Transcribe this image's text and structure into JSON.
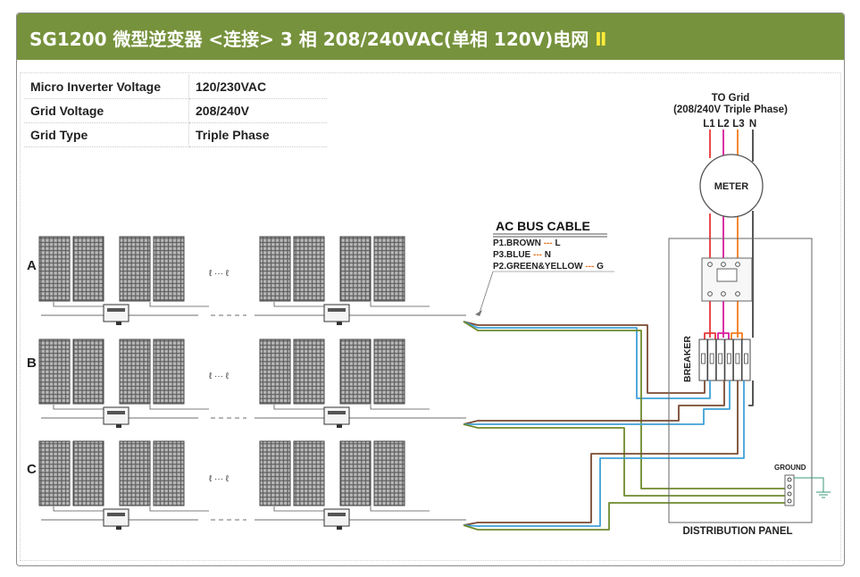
{
  "header": {
    "title": "SG1200 微型逆变器 <连接> 3 相 208/240VAC(单相 120V)电网",
    "roman": "Ⅱ"
  },
  "specs": [
    {
      "label": "Micro Inverter Voltage",
      "value": "120/230VAC"
    },
    {
      "label": "Grid  Voltage",
      "value": "208/240V"
    },
    {
      "label": "Grid Type",
      "value": "Triple Phase"
    }
  ],
  "rows": [
    "A",
    "B",
    "C"
  ],
  "ellipsis": "ℓ ··· ℓ",
  "cable": {
    "title": "AC BUS CABLE",
    "lines": [
      {
        "name": "P1.BROWN",
        "dash": "---",
        "code": "L"
      },
      {
        "name": "P3.BLUE",
        "dash": "---",
        "code": "N"
      },
      {
        "name": "P2.GREEN&YELLOW",
        "dash": "---",
        "code": "G"
      }
    ]
  },
  "grid": {
    "title": "TO Grid",
    "subtitle": "(208/240V Triple Phase)",
    "phases": [
      "L1",
      "L2",
      "L3",
      "N"
    ]
  },
  "meter": "METER",
  "breaker": "BREAKER",
  "ground": "GROUND",
  "panel": "DISTRIBUTION PANEL",
  "colors": {
    "header_bg": "#76923c",
    "roman": "#ffeb3b",
    "brown": "#7a4a32",
    "blue": "#3fa0d8",
    "green": "#6f8a2c",
    "L1": "#e53935",
    "L2": "#d81b9b",
    "L3": "#f57c1f",
    "N": "#444444",
    "dash_accent": "#e8731c"
  }
}
